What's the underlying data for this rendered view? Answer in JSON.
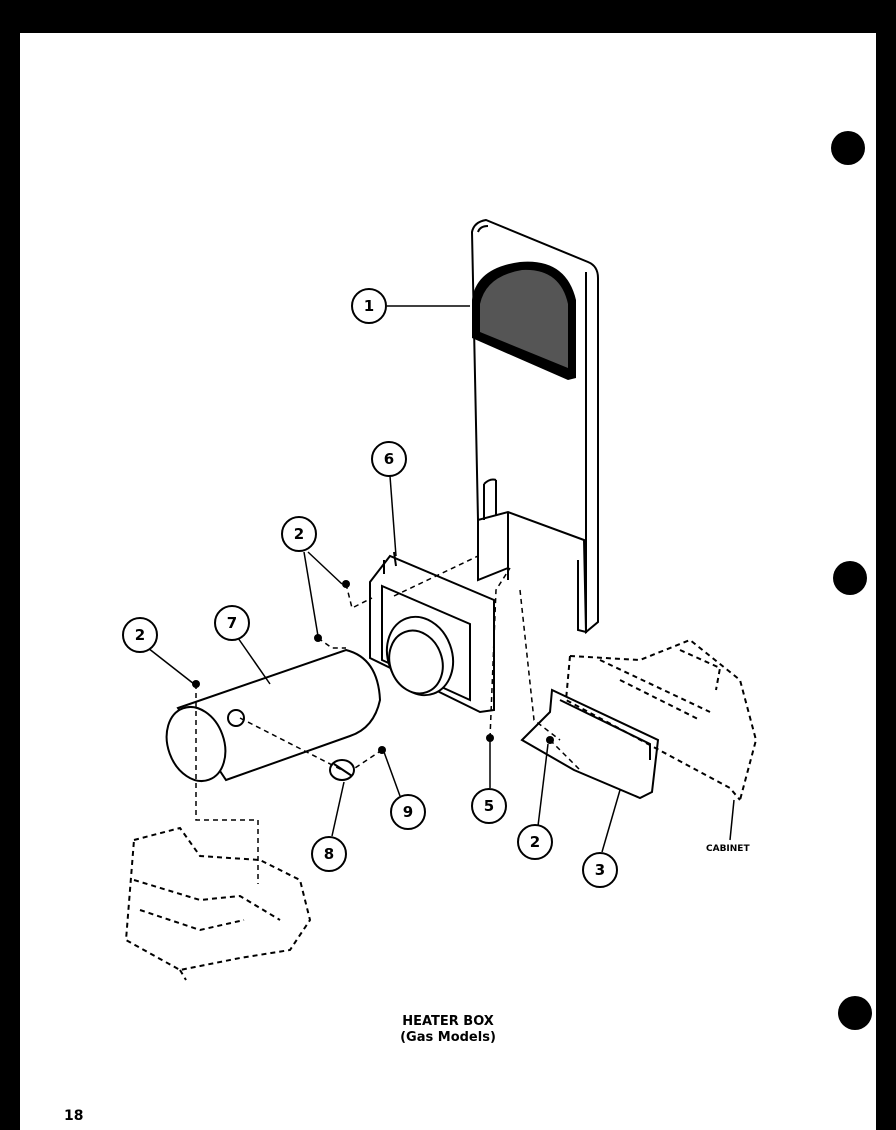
{
  "title": "HEATER BOX",
  "subtitle": "(Gas Models)",
  "page_number": "18",
  "cabinet_label": "CABINET",
  "callouts": {
    "c1": "1",
    "c6": "6",
    "c2a": "2",
    "c2b": "2",
    "c7": "7",
    "c9": "9",
    "c8": "8",
    "c5": "5",
    "c2c": "2",
    "c3": "3"
  }
}
